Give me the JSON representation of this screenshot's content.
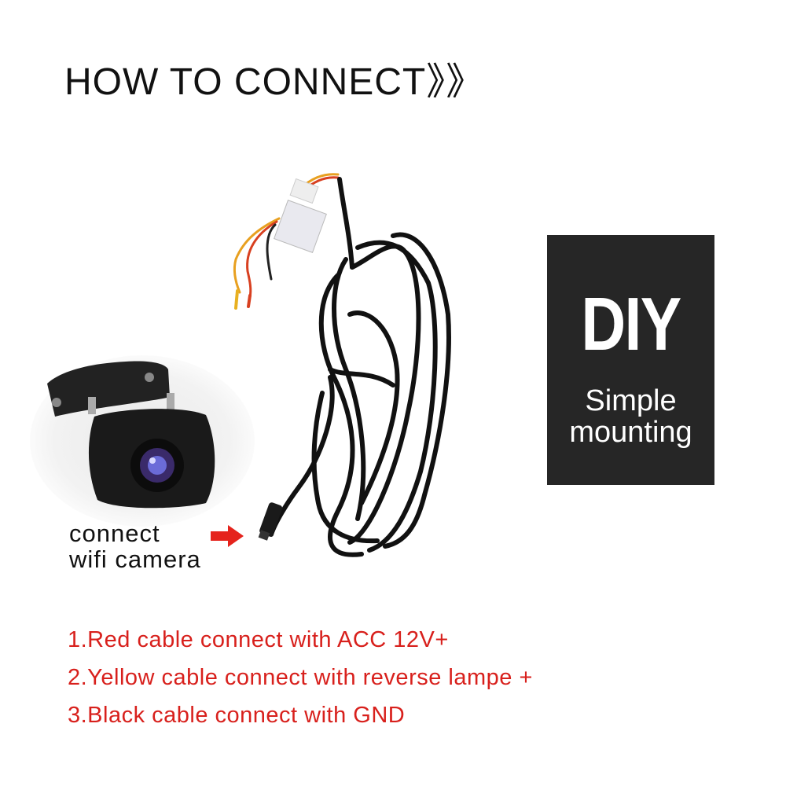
{
  "title": "HOW TO CONNECT》》",
  "diy_badge": {
    "title": "DIY",
    "line1": "Simple",
    "line2": "mounting"
  },
  "camera_label": {
    "line1": "connect",
    "line2": "wifi camera"
  },
  "instructions": [
    "1.Red cable connect with ACC 12V+",
    "2.Yellow cable connect with reverse lampe +",
    "3.Black cable connect with GND"
  ],
  "colors": {
    "instruction_text": "#d8201c",
    "badge_background": "#262626",
    "arrow": "#e5231c"
  }
}
